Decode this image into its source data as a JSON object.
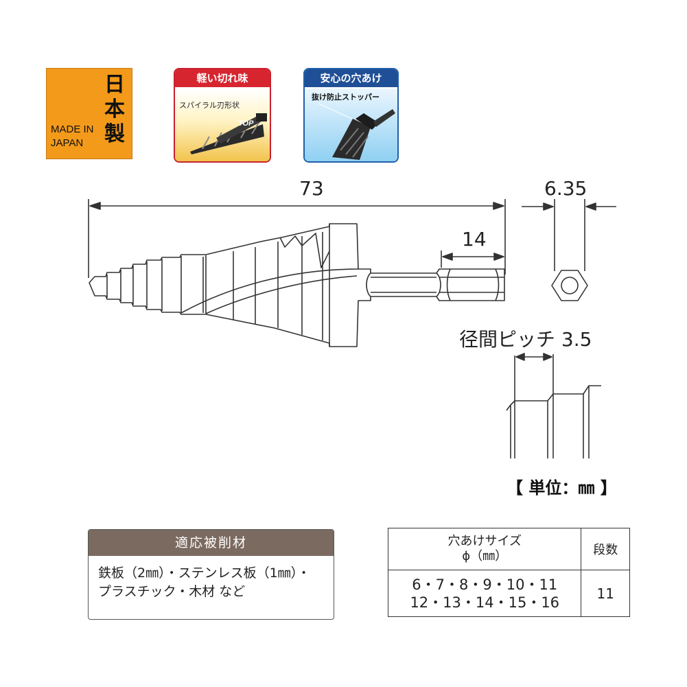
{
  "badges": {
    "japan": {
      "kanji": "日本製",
      "english_line1": "MADE IN",
      "english_line2": "JAPAN"
    },
    "sharp": {
      "title": "軽い切れ味",
      "caption": "スパイラル刃形状",
      "logo": "TOP"
    },
    "safe": {
      "title": "安心の穴あけ",
      "caption": "抜け防止ストッパー"
    }
  },
  "drawing": {
    "overall_length": "73",
    "shank_length": "14",
    "hex_width": "6.35",
    "pitch_label": "径間ピッチ 3.5",
    "unit_label": "【 単位：㎜ 】"
  },
  "materials": {
    "header": "適応被削材",
    "line1": "鉄板（2㎜）・ステンレス板（1㎜）・",
    "line2": "プラスチック・木材 など"
  },
  "size_table": {
    "header_size_line1": "穴あけサイズ",
    "header_size_line2": "ϕ（㎜）",
    "header_steps": "段数",
    "sizes_line1": "6・7・8・9・10・11",
    "sizes_line2": "12・13・14・15・16",
    "steps": "11"
  },
  "colors": {
    "japan_badge": "#f39a1b",
    "red_badge": "#d7252f",
    "blue_badge": "#1f4f96",
    "material_header": "#7b6a60"
  }
}
